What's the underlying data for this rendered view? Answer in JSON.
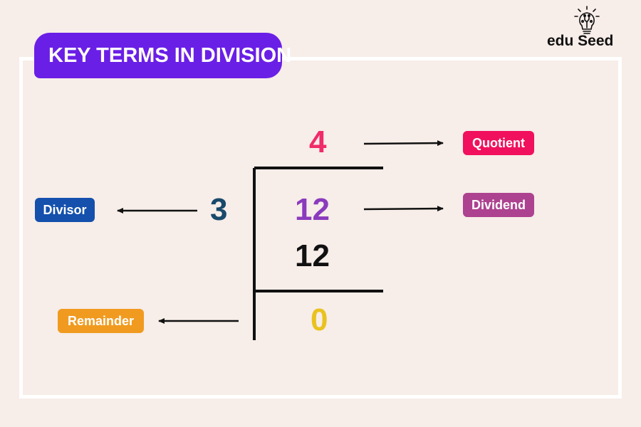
{
  "title": "KEY TERMS IN DIVISION",
  "logo": {
    "text": "edu Seed",
    "icon": "lightbulb-icon"
  },
  "numbers": {
    "quotient": "4",
    "divisor": "3",
    "dividend": "12",
    "product": "12",
    "remainder": "0"
  },
  "labels": {
    "quotient": "Quotient",
    "dividend": "Dividend",
    "divisor": "Divisor",
    "remainder": "Remainder"
  },
  "colors": {
    "background": "#f7ede9",
    "title_banner": "#6a1fe6",
    "quotient": "#f02b69",
    "dividend": "#8a3bbd",
    "divisor": "#19496b",
    "remainder": "#e9c21f",
    "tag_quotient": "#f1105d",
    "tag_dividend": "#ad4290",
    "tag_divisor": "#1450ac",
    "tag_remainder": "#f09b1f"
  }
}
